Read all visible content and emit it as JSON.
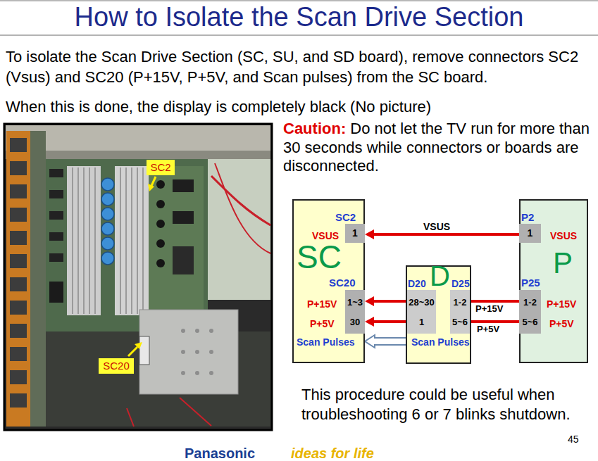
{
  "diagram": {
    "title": "How to Isolate the Scan Drive Section",
    "nodes": [
      {
        "text": [
          "SC",
          "VSUS",
          "P+15V",
          "P+5V",
          "Scan Pulses"
        ]
      },
      {
        "text": [
          "SC2",
          "1"
        ],
        "in": 0
      },
      {
        "text": [
          "SC20",
          "1~3",
          "30"
        ],
        "in": 0
      },
      {
        "text": [
          "D",
          "Scan Pulses"
        ]
      },
      {
        "text": [
          "D20",
          "28~30",
          "1"
        ],
        "in": 3
      },
      {
        "text": [
          "D25",
          "1-2",
          "5~6"
        ],
        "in": 3
      },
      {
        "text": [
          "P",
          "VSUS",
          "P+15V",
          "P+5V"
        ]
      },
      {
        "text": [
          "P2",
          "1"
        ],
        "in": 6
      },
      {
        "text": [
          "P25",
          "1-2",
          "5~6"
        ],
        "in": 6
      },
      {
        "text": [
          "SC2"
        ]
      },
      {
        "text": [
          "SC20"
        ]
      }
    ],
    "edges": [
      {
        "from": 7,
        "to": 1,
        "arrow": "to",
        "label": "VSUS"
      },
      {
        "from": 8,
        "to": 5,
        "arrow": "none",
        "label": "P+15V"
      },
      {
        "from": 8,
        "to": 5,
        "arrow": "none",
        "label": "P+5V"
      },
      {
        "from": 4,
        "to": 2,
        "arrow": "to"
      },
      {
        "from": 4,
        "to": 2,
        "arrow": "to"
      },
      {
        "from": 4,
        "to": 2,
        "arrow": "to"
      }
    ],
    "labels": [
      "To isolate the Scan Drive Section (SC, SU, and SD board), remove connectors SC2 (Vsus) and SC20 (P+15V, P+5V, and Scan pulses) from the SC board.",
      "When this is done, the display is completely black (No picture)",
      "Caution:",
      "Do not let the TV run for more than 30 seconds while connectors or boards are disconnected.",
      "This procedure could be useful when troubleshooting 6 or 7 blinks shutdown.",
      "Panasonic",
      "ideas for life",
      "45"
    ]
  }
}
